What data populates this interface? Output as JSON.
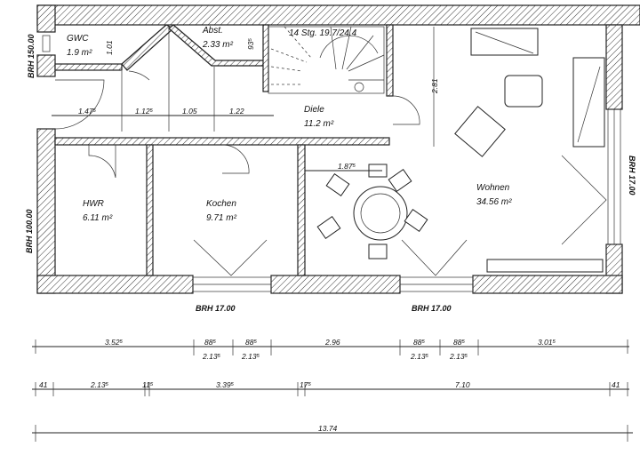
{
  "plan": {
    "rooms": {
      "gwc": {
        "name": "GWC",
        "area": "1.9 m²"
      },
      "abst": {
        "name": "Abst.",
        "area": "2.33 m²"
      },
      "diele": {
        "name": "Diele",
        "area": "11.2 m²"
      },
      "hwr": {
        "name": "HWR",
        "area": "6.11 m²"
      },
      "kochen": {
        "name": "Kochen",
        "area": "9.71 m²"
      },
      "wohnen": {
        "name": "Wohnen",
        "area": "34.56 m²"
      }
    },
    "stairs": "14 Stg. 19.7/24.4",
    "brh": {
      "left_top": "BRH 150.00",
      "left_bottom": "BRH 100.00",
      "right": "BRH 17.00",
      "bottom_left": "BRH 17.00",
      "bottom_right": "BRH 17.00"
    },
    "inner_dims": {
      "gwc_width": "1.01",
      "abst_depth": "93⁵",
      "hall": [
        "1.47⁵",
        "1.12⁵",
        "1.05",
        "1.22"
      ],
      "wohnen_depth": "2.81",
      "dining": "1.87⁵"
    },
    "dimension_rows": {
      "row1_top": [
        "3.52⁵",
        "88⁵",
        "88⁵",
        "2.96",
        "88⁵",
        "88⁵",
        "3.01⁵"
      ],
      "row1_bottom": [
        "2.13⁵",
        "2.13⁵",
        "2.13⁵",
        "2.13⁵"
      ],
      "row2": [
        "41",
        "2.13⁵",
        "11⁵",
        "3.39⁵",
        "17⁵",
        "7.10",
        "41"
      ],
      "row3": [
        "13.74"
      ]
    }
  }
}
